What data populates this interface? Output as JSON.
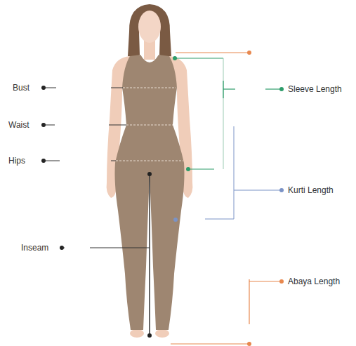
{
  "diagram": {
    "labels": [
      "Bust",
      "Sleeve Length",
      "Waist",
      "Hips",
      "Kurti Length",
      "Inseam",
      "Abaya Length"
    ]
  }
}
